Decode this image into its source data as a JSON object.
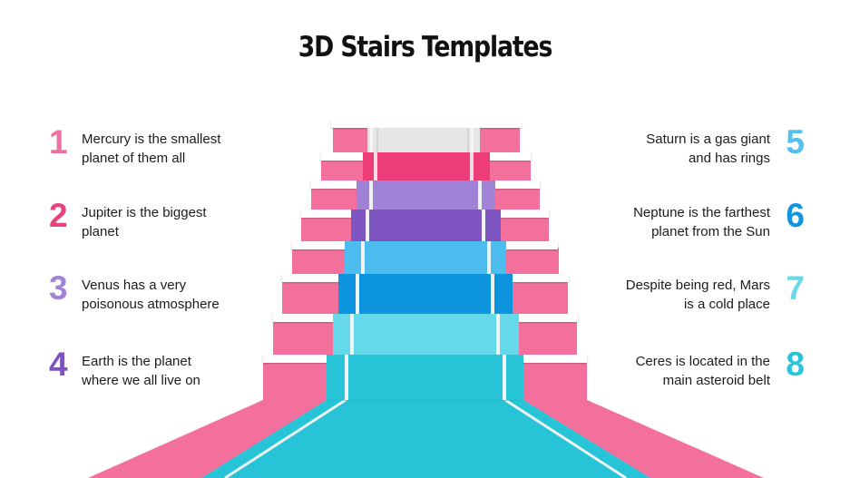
{
  "title": "3D Stairs Templates",
  "colors": {
    "side_pink": "#f4709c",
    "cap_white": "#ffffff",
    "rail": "#eef3f6",
    "floor_teal": "#27c4d8"
  },
  "steps": [
    {
      "id": 1,
      "color": "#e6e6e6",
      "planet": "Mercury"
    },
    {
      "id": 2,
      "color": "#ec3d78",
      "planet": "Jupiter"
    },
    {
      "id": 3,
      "color": "#a083d6",
      "planet": "Venus"
    },
    {
      "id": 4,
      "color": "#7f55c2",
      "planet": "Earth"
    },
    {
      "id": 5,
      "color": "#4dbcef",
      "planet": "Saturn"
    },
    {
      "id": 6,
      "color": "#0c94df",
      "planet": "Neptune"
    },
    {
      "id": 7,
      "color": "#65d8ea",
      "planet": "Mars"
    },
    {
      "id": 8,
      "color": "#27c4d8",
      "planet": "Ceres"
    }
  ],
  "left_items": [
    {
      "number": "1",
      "color": "#f06fa0",
      "line1": "Mercury is the smallest",
      "line2": "planet of them all"
    },
    {
      "number": "2",
      "color": "#e5447e",
      "line1": "Jupiter is the biggest",
      "line2": "planet"
    },
    {
      "number": "3",
      "color": "#a183d8",
      "line1": "Venus has a very",
      "line2": "poisonous atmosphere"
    },
    {
      "number": "4",
      "color": "#7c51c0",
      "line1": "Earth is the planet",
      "line2": "where we all live on"
    }
  ],
  "right_items": [
    {
      "number": "5",
      "color": "#52c1f0",
      "line1": "Saturn is a gas giant",
      "line2": "and has rings"
    },
    {
      "number": "6",
      "color": "#1196dd",
      "line1": "Neptune is the farthest",
      "line2": "planet from the Sun"
    },
    {
      "number": "7",
      "color": "#6bd8ea",
      "line1": "Despite being red, Mars",
      "line2": "is a cold place"
    },
    {
      "number": "8",
      "color": "#2ac4d9",
      "line1": "Ceres is located in the",
      "line2": "main asteroid belt"
    }
  ]
}
